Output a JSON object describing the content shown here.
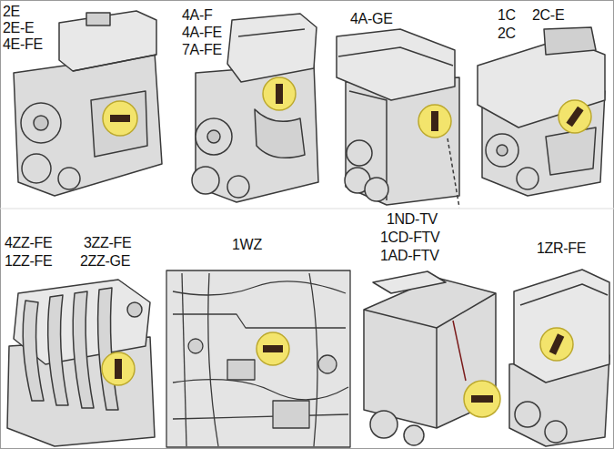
{
  "diagram": {
    "labels": [
      "2E",
      "2E-E",
      "4E-FE",
      "4A-F",
      "4A-FE",
      "7A-FE",
      "4A-GE",
      "1C",
      "2C-E",
      "2C",
      "4ZZ-FE",
      "3ZZ-FE",
      "1ZZ-FE",
      "2ZZ-GE",
      "1WZ",
      "1ND-TV",
      "1CD-FTV",
      "1AD-FTV",
      "1ZR-FE"
    ]
  }
}
